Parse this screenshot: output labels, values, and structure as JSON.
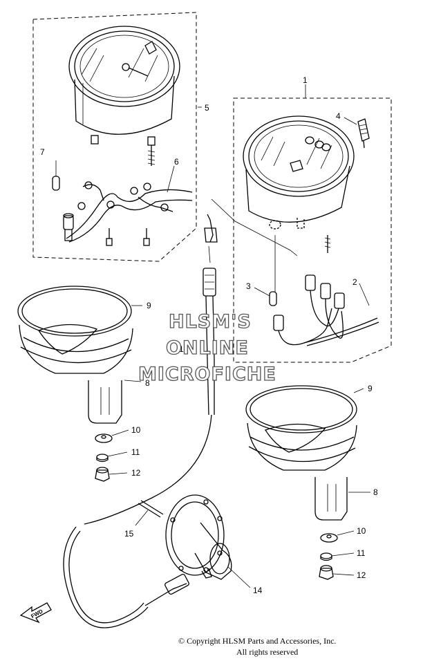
{
  "watermark": {
    "line1": "HLSM'S",
    "line2": "ONLINE",
    "line3": "MICROFICHE"
  },
  "copyright": {
    "line1": "© Copyright HLSM Parts and Accessories, Inc.",
    "line2": "All rights reserved"
  },
  "direction_label": "FWD",
  "callouts": {
    "c1": "1",
    "c2": "2",
    "c3": "3",
    "c4": "4",
    "c5": "5",
    "c6": "6",
    "c7": "7",
    "c8a": "8",
    "c8b": "8",
    "c9a": "9",
    "c9b": "9",
    "c10a": "10",
    "c10b": "10",
    "c11a": "11",
    "c11b": "11",
    "c12a": "12",
    "c12b": "12",
    "c13": "13",
    "c14": "14",
    "c15": "15"
  }
}
